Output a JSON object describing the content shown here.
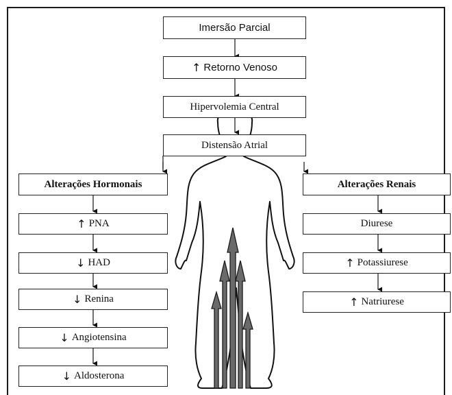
{
  "arrow_up": "↑",
  "arrow_down": "↓",
  "center": {
    "immersion": "Imersão Parcial",
    "venous_return": "Retorno Venoso",
    "hypervolemia": "Hipervolemia Central",
    "atrial_distension": "Distensão Atrial"
  },
  "hormonal": {
    "title": "Alterações Hormonais",
    "items": [
      "PNA",
      "HAD",
      "Renina",
      "Angiotensina",
      "Aldosterona"
    ]
  },
  "renal": {
    "title": "Alterações Renais",
    "items": [
      "Diurese",
      "Potassiurese",
      "Natriurese"
    ]
  }
}
